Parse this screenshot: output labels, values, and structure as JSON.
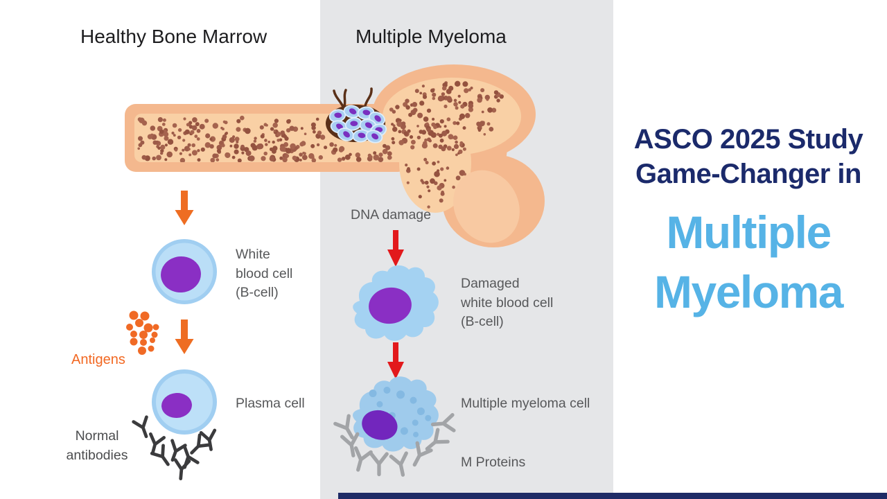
{
  "headings": {
    "healthy": "Healthy Bone Marrow",
    "myeloma": "Multiple Myeloma"
  },
  "healthy_column": {
    "white_blood_cell_label": "White\nblood cell\n(B-cell)",
    "antigens_label": "Antigens",
    "plasma_cell_label": "Plasma cell",
    "normal_antibodies_label": "Normal\nantibodies"
  },
  "myeloma_column": {
    "dna_damage_label": "DNA damage",
    "damaged_cell_label": "Damaged\nwhite blood cell\n(B-cell)",
    "myeloma_cell_label": "Multiple myeloma cell",
    "m_proteins_label": "M Proteins"
  },
  "title_panel": {
    "line1": "ASCO 2025 Study",
    "line2": "Game-Changer in",
    "line3": "Multiple",
    "line4": "Myeloma"
  },
  "colors": {
    "panel_gray": "#e5e6e8",
    "navy": "#1b2a6b",
    "light_blue": "#56b3e6",
    "orange_accent": "#ee6d22",
    "red_accent": "#e2191c",
    "label_gray": "#57585a",
    "bone_cortex": "#f4b88e",
    "bone_marrow": "#f9d0a5",
    "speckle_brown": "#9d5b48",
    "cell_blue": "#badef7",
    "nucleus_purple": "#8a2fc4"
  }
}
